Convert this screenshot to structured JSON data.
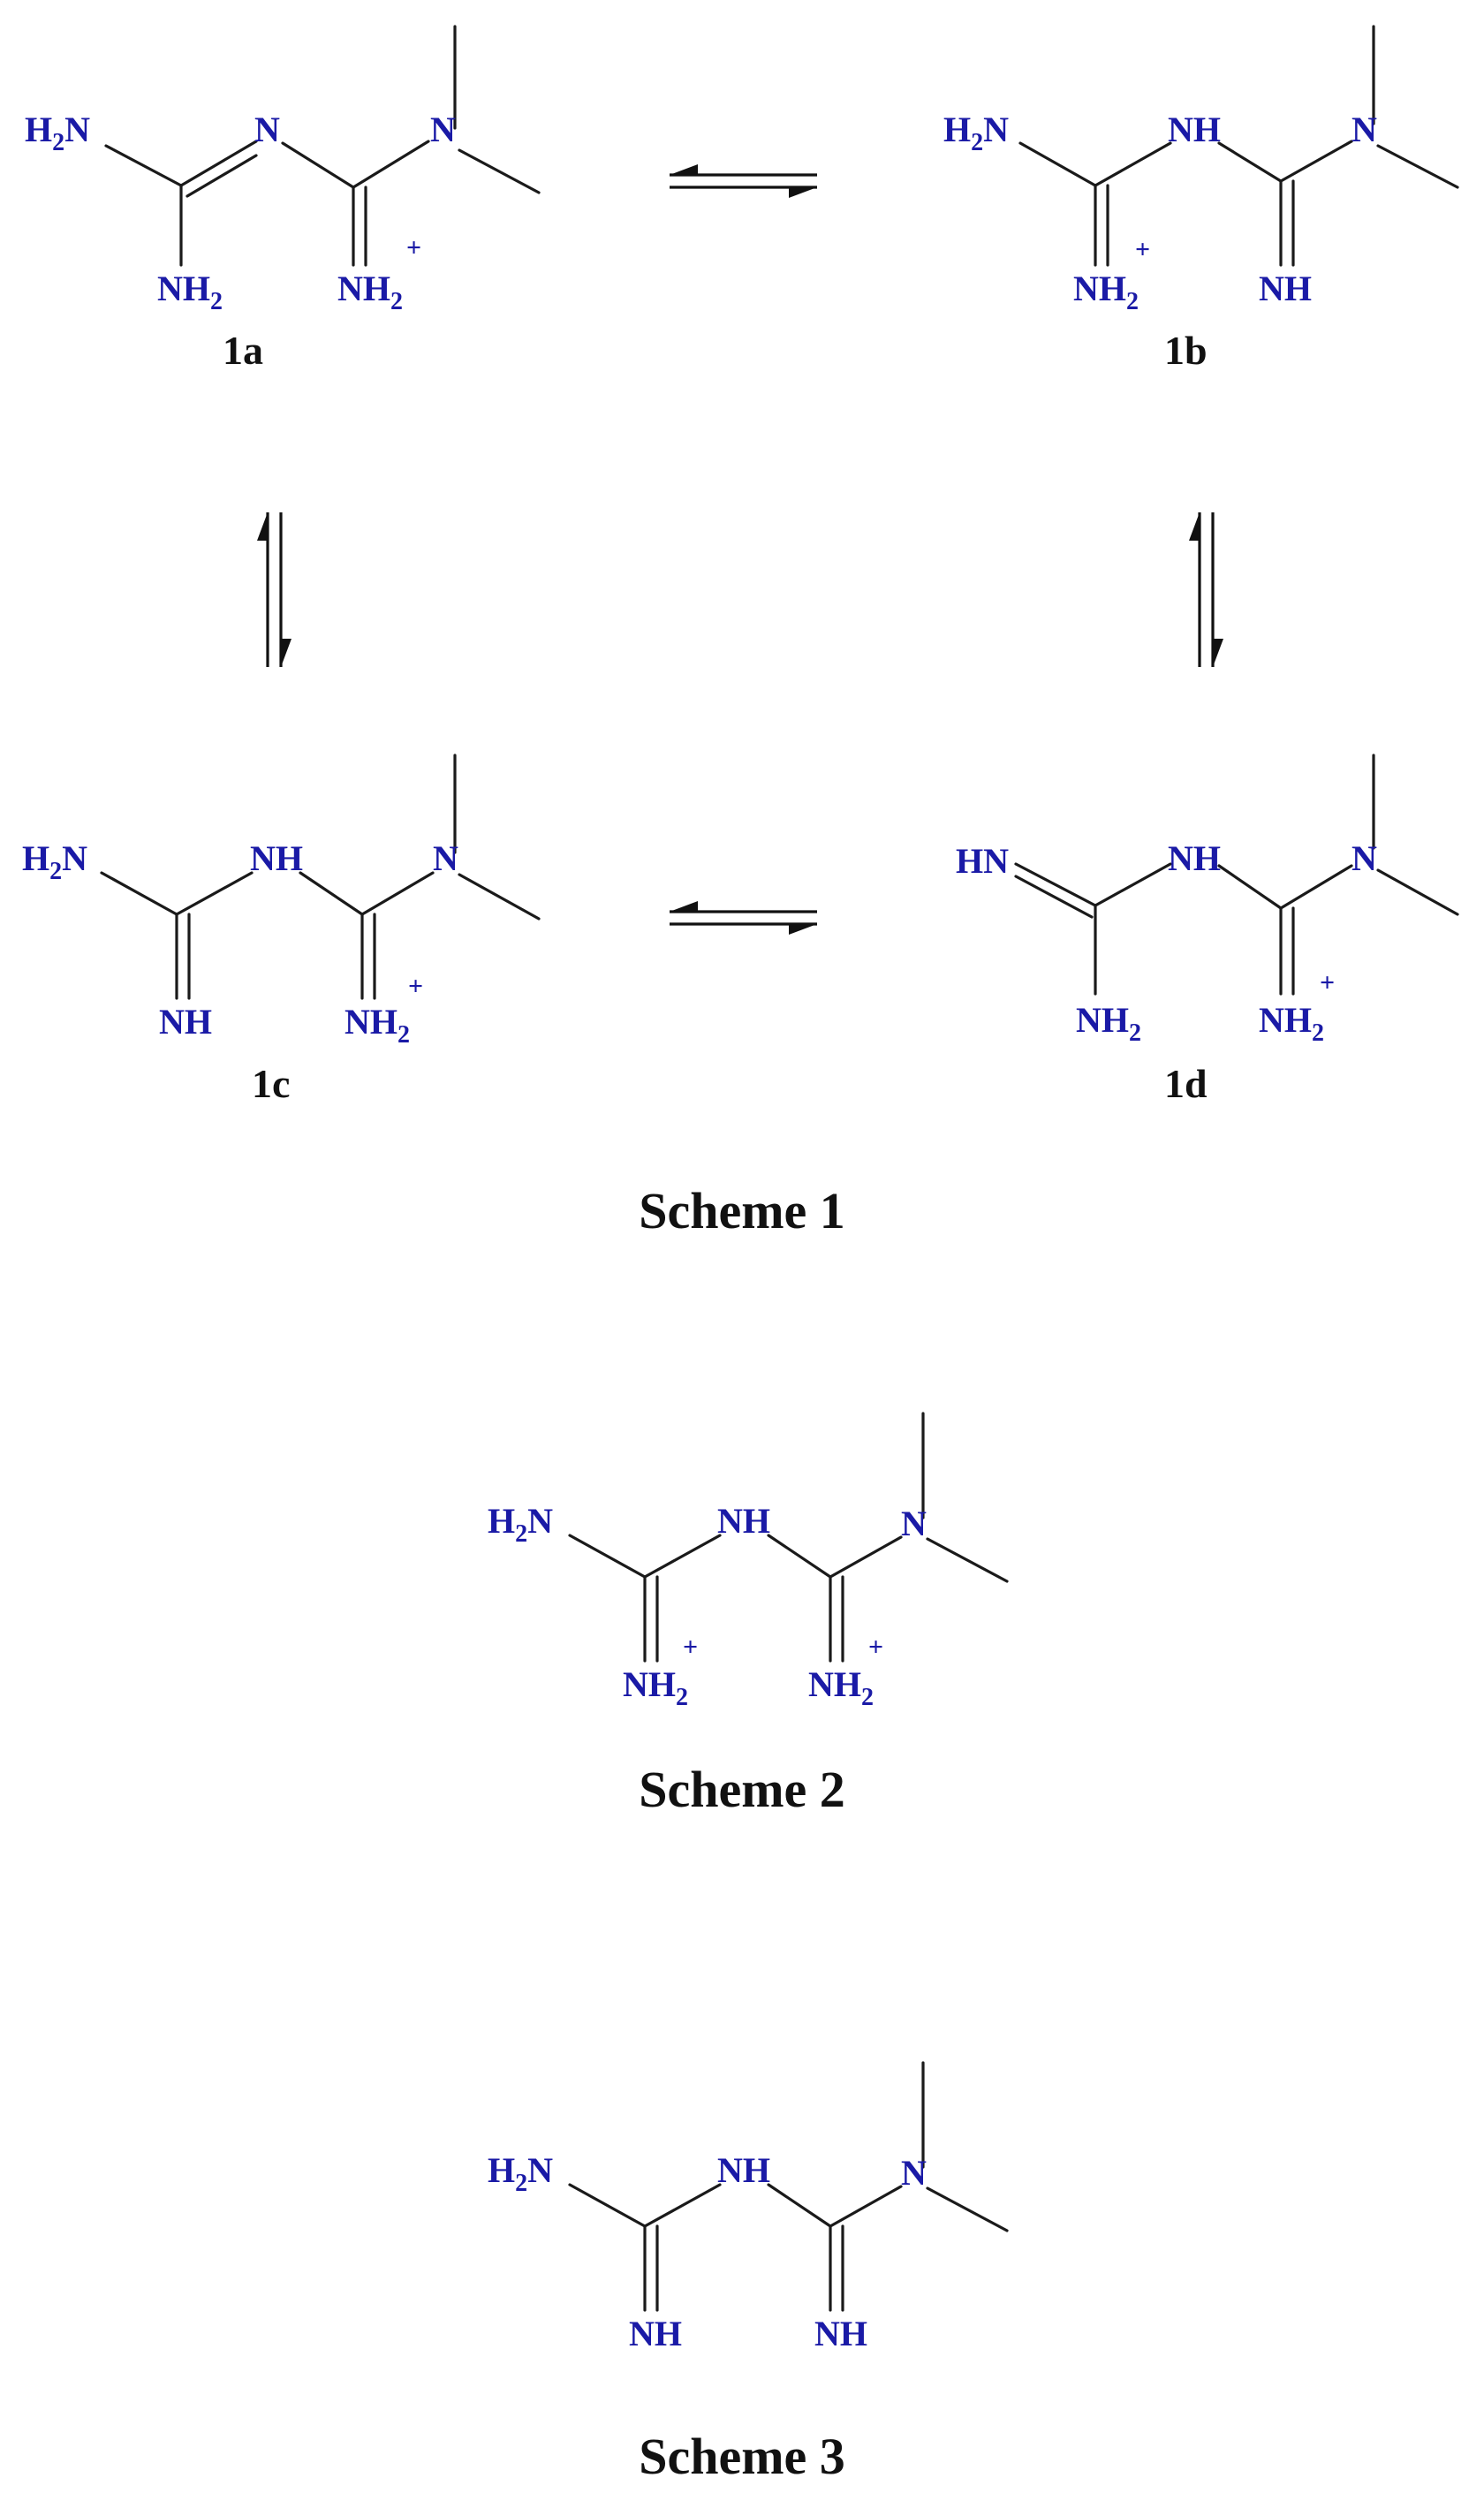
{
  "colors": {
    "atom": "#1a1aa6",
    "bond": "#1a1a1a",
    "text": "#111111"
  },
  "labels": {
    "s1a": "1a",
    "s1b": "1b",
    "s1c": "1c",
    "s1d": "1d"
  },
  "captions": {
    "scheme1": "Scheme 1",
    "scheme2": "Scheme 2",
    "scheme3": "Scheme 3"
  },
  "atoms": {
    "H": "H",
    "N": "N",
    "sub2": "2",
    "NH": "NH",
    "HN": "HN",
    "plus": "+"
  }
}
